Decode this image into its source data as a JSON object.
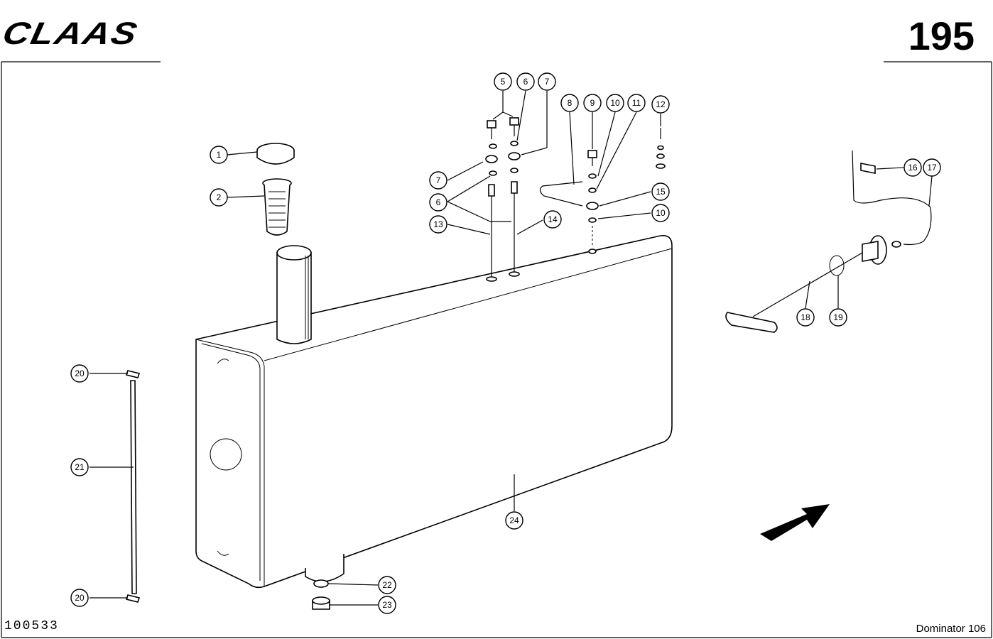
{
  "header": {
    "brand": "CLAAS",
    "page_number": "195"
  },
  "footer": {
    "drawing_number": "100533",
    "model": "Dominator 106"
  },
  "callouts": [
    "1",
    "2",
    "5",
    "6",
    "7",
    "8",
    "9",
    "10",
    "11",
    "12",
    "7",
    "6",
    "15",
    "10",
    "13",
    "14",
    "16",
    "17",
    "18",
    "19",
    "20",
    "21",
    "20",
    "24",
    "22",
    "23"
  ]
}
